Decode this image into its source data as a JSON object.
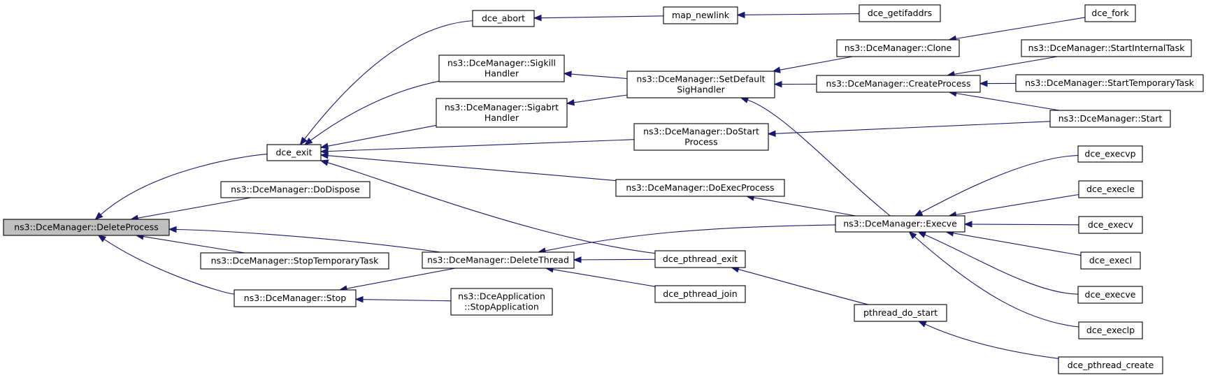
{
  "graph": {
    "colors": {
      "edge": "#191970",
      "node_border": "#000000",
      "root_fill": "#bfbfbf",
      "node_fill": "#ffffff"
    },
    "nodes": [
      {
        "id": "deleteprocess",
        "lines": [
          "ns3::DceManager::DeleteProcess"
        ],
        "root": true
      },
      {
        "id": "dce_exit",
        "lines": [
          "dce_exit"
        ]
      },
      {
        "id": "dodispose",
        "lines": [
          "ns3::DceManager::DoDispose"
        ]
      },
      {
        "id": "stoptemporarytask",
        "lines": [
          "ns3::DceManager::StopTemporaryTask"
        ]
      },
      {
        "id": "stop",
        "lines": [
          "ns3::DceManager::Stop"
        ]
      },
      {
        "id": "deletethread",
        "lines": [
          "ns3::DceManager::DeleteThread"
        ]
      },
      {
        "id": "dce_abort",
        "lines": [
          "dce_abort"
        ]
      },
      {
        "id": "sigkill",
        "lines": [
          "ns3::DceManager::Sigkill",
          "Handler"
        ]
      },
      {
        "id": "sigabrt",
        "lines": [
          "ns3::DceManager::Sigabrt",
          "Handler"
        ]
      },
      {
        "id": "stopapplication",
        "lines": [
          "ns3::DceApplication",
          "::StopApplication"
        ]
      },
      {
        "id": "map_newlink",
        "lines": [
          "map_newlink"
        ]
      },
      {
        "id": "setdefault",
        "lines": [
          "ns3::DceManager::SetDefault",
          "SigHandler"
        ]
      },
      {
        "id": "dostart",
        "lines": [
          "ns3::DceManager::DoStart",
          "Process"
        ]
      },
      {
        "id": "doexec",
        "lines": [
          "ns3::DceManager::DoExecProcess"
        ]
      },
      {
        "id": "dce_pthread_exit",
        "lines": [
          "dce_pthread_exit"
        ]
      },
      {
        "id": "dce_pthread_join",
        "lines": [
          "dce_pthread_join"
        ]
      },
      {
        "id": "dce_getifaddrs",
        "lines": [
          "dce_getifaddrs"
        ]
      },
      {
        "id": "clone",
        "lines": [
          "ns3::DceManager::Clone"
        ]
      },
      {
        "id": "createprocess",
        "lines": [
          "ns3::DceManager::CreateProcess"
        ]
      },
      {
        "id": "execve",
        "lines": [
          "ns3::DceManager::Execve"
        ]
      },
      {
        "id": "pthread_do_start",
        "lines": [
          "pthread_do_start"
        ]
      },
      {
        "id": "dce_fork",
        "lines": [
          "dce_fork"
        ]
      },
      {
        "id": "startinternal",
        "lines": [
          "ns3::DceManager::StartInternalTask"
        ]
      },
      {
        "id": "starttemporary",
        "lines": [
          "ns3::DceManager::StartTemporaryTask"
        ]
      },
      {
        "id": "start",
        "lines": [
          "ns3::DceManager::Start"
        ]
      },
      {
        "id": "dce_execvp",
        "lines": [
          "dce_execvp"
        ]
      },
      {
        "id": "dce_execle",
        "lines": [
          "dce_execle"
        ]
      },
      {
        "id": "dce_execv",
        "lines": [
          "dce_execv"
        ]
      },
      {
        "id": "dce_execl",
        "lines": [
          "dce_execl"
        ]
      },
      {
        "id": "dce_execve",
        "lines": [
          "dce_execve"
        ]
      },
      {
        "id": "dce_execlp",
        "lines": [
          "dce_execlp"
        ]
      },
      {
        "id": "dce_pthread_create",
        "lines": [
          "dce_pthread_create"
        ]
      }
    ],
    "edges": [
      {
        "from": "dce_exit",
        "to": "deleteprocess"
      },
      {
        "from": "dodispose",
        "to": "deleteprocess"
      },
      {
        "from": "stoptemporarytask",
        "to": "deleteprocess"
      },
      {
        "from": "stop",
        "to": "deleteprocess"
      },
      {
        "from": "deletethread",
        "to": "deleteprocess"
      },
      {
        "from": "dce_abort",
        "to": "dce_exit"
      },
      {
        "from": "sigkill",
        "to": "dce_exit"
      },
      {
        "from": "sigabrt",
        "to": "dce_exit"
      },
      {
        "from": "dostart",
        "to": "dce_exit"
      },
      {
        "from": "doexec",
        "to": "dce_exit"
      },
      {
        "from": "dce_pthread_exit",
        "to": "dce_exit"
      },
      {
        "from": "deletethread",
        "to": "stop"
      },
      {
        "from": "stopapplication",
        "to": "stop"
      },
      {
        "from": "dce_pthread_exit",
        "to": "deletethread"
      },
      {
        "from": "dce_pthread_join",
        "to": "deletethread"
      },
      {
        "from": "execve",
        "to": "deletethread"
      },
      {
        "from": "map_newlink",
        "to": "dce_abort"
      },
      {
        "from": "setdefault",
        "to": "sigkill"
      },
      {
        "from": "setdefault",
        "to": "sigabrt"
      },
      {
        "from": "dce_getifaddrs",
        "to": "map_newlink"
      },
      {
        "from": "clone",
        "to": "setdefault"
      },
      {
        "from": "createprocess",
        "to": "setdefault"
      },
      {
        "from": "execve",
        "to": "setdefault"
      },
      {
        "from": "start",
        "to": "dostart"
      },
      {
        "from": "execve",
        "to": "doexec"
      },
      {
        "from": "pthread_do_start",
        "to": "dce_pthread_exit"
      },
      {
        "from": "dce_fork",
        "to": "clone"
      },
      {
        "from": "startinternal",
        "to": "createprocess"
      },
      {
        "from": "starttemporary",
        "to": "createprocess"
      },
      {
        "from": "start",
        "to": "createprocess"
      },
      {
        "from": "dce_execvp",
        "to": "execve"
      },
      {
        "from": "dce_execle",
        "to": "execve"
      },
      {
        "from": "dce_execv",
        "to": "execve"
      },
      {
        "from": "dce_execl",
        "to": "execve"
      },
      {
        "from": "dce_execve",
        "to": "execve"
      },
      {
        "from": "dce_execlp",
        "to": "execve"
      },
      {
        "from": "dce_pthread_create",
        "to": "pthread_do_start"
      }
    ]
  }
}
